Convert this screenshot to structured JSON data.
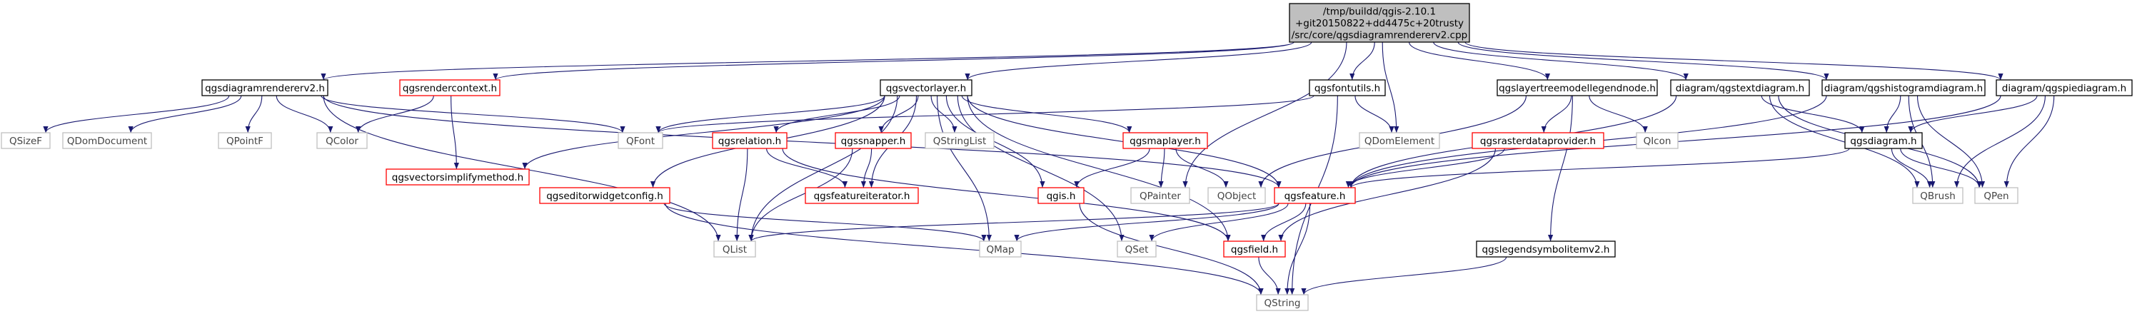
{
  "colors": {
    "edge": "#191970",
    "root_fill": "#bfbfbf",
    "node_fill": "#ffffff",
    "documented_border": "#000000",
    "undocumented_border": "#ff0000",
    "external_border": "#bfbfbf",
    "text_dark": "#000000",
    "text_light": "#444444"
  },
  "nodes": [
    {
      "id": "root",
      "kind": "root",
      "lines": [
        "/tmp/buildd/qgis-2.10.1",
        "+git20150822+dd4475c+20trusty",
        "/src/core/qgsdiagramrendererv2.cpp"
      ]
    },
    {
      "id": "qgsdiagramrendererv2_h",
      "kind": "documented",
      "lines": [
        "qgsdiagramrendererv2.h"
      ]
    },
    {
      "id": "qgsrendercontext_h",
      "kind": "undocumented",
      "lines": [
        "qgsrendercontext.h"
      ]
    },
    {
      "id": "qgsvectorlayer_h",
      "kind": "documented",
      "lines": [
        "qgsvectorlayer.h"
      ]
    },
    {
      "id": "qgsfontutils_h",
      "kind": "documented",
      "lines": [
        "qgsfontutils.h"
      ]
    },
    {
      "id": "qgslayertreemodellegendnode_h",
      "kind": "documented",
      "lines": [
        "qgslayertreemodellegendnode.h"
      ]
    },
    {
      "id": "qgstextdiagram_h",
      "kind": "documented",
      "lines": [
        "diagram/qgstextdiagram.h"
      ]
    },
    {
      "id": "qgshistogramdiagram_h",
      "kind": "documented",
      "lines": [
        "diagram/qgshistogramdiagram.h"
      ]
    },
    {
      "id": "qgspiediagram_h",
      "kind": "documented",
      "lines": [
        "diagram/qgspiediagram.h"
      ]
    },
    {
      "id": "QSizeF",
      "kind": "external",
      "lines": [
        "QSizeF"
      ]
    },
    {
      "id": "QDomDocument",
      "kind": "external",
      "lines": [
        "QDomDocument"
      ]
    },
    {
      "id": "QPointF",
      "kind": "external",
      "lines": [
        "QPointF"
      ]
    },
    {
      "id": "QColor",
      "kind": "external",
      "lines": [
        "QColor"
      ]
    },
    {
      "id": "qgsvectorsimplifymethod_h",
      "kind": "undocumented",
      "lines": [
        "qgsvectorsimplifymethod.h"
      ]
    },
    {
      "id": "QFont",
      "kind": "external",
      "lines": [
        "QFont"
      ]
    },
    {
      "id": "qgsrelation_h",
      "kind": "undocumented",
      "lines": [
        "qgsrelation.h"
      ]
    },
    {
      "id": "qgssnapper_h",
      "kind": "undocumented",
      "lines": [
        "qgssnapper.h"
      ]
    },
    {
      "id": "QStringList",
      "kind": "external",
      "lines": [
        "QStringList"
      ]
    },
    {
      "id": "qgsmaplayer_h",
      "kind": "undocumented",
      "lines": [
        "qgsmaplayer.h"
      ]
    },
    {
      "id": "QDomElement",
      "kind": "external",
      "lines": [
        "QDomElement"
      ]
    },
    {
      "id": "qgsrasterdataprovider_h",
      "kind": "undocumented",
      "lines": [
        "qgsrasterdataprovider.h"
      ]
    },
    {
      "id": "QIcon",
      "kind": "external",
      "lines": [
        "QIcon"
      ]
    },
    {
      "id": "qgsdiagram_h",
      "kind": "documented",
      "lines": [
        "qgsdiagram.h"
      ]
    },
    {
      "id": "qgseditorwidgetconfig_h",
      "kind": "undocumented",
      "lines": [
        "qgseditorwidgetconfig.h"
      ]
    },
    {
      "id": "qgsfeatureiterator_h",
      "kind": "undocumented",
      "lines": [
        "qgsfeatureiterator.h"
      ]
    },
    {
      "id": "qgis_h",
      "kind": "undocumented",
      "lines": [
        "qgis.h"
      ]
    },
    {
      "id": "QPainter",
      "kind": "external",
      "lines": [
        "QPainter"
      ]
    },
    {
      "id": "QObject",
      "kind": "external",
      "lines": [
        "QObject"
      ]
    },
    {
      "id": "qgsfeature_h",
      "kind": "undocumented",
      "lines": [
        "qgsfeature.h"
      ]
    },
    {
      "id": "QBrush",
      "kind": "external",
      "lines": [
        "QBrush"
      ]
    },
    {
      "id": "QPen",
      "kind": "external",
      "lines": [
        "QPen"
      ]
    },
    {
      "id": "QList",
      "kind": "external",
      "lines": [
        "QList"
      ]
    },
    {
      "id": "QMap",
      "kind": "external",
      "lines": [
        "QMap"
      ]
    },
    {
      "id": "QSet",
      "kind": "external",
      "lines": [
        "QSet"
      ]
    },
    {
      "id": "qgsfield_h",
      "kind": "undocumented",
      "lines": [
        "qgsfield.h"
      ]
    },
    {
      "id": "qgslegendsymbolitemv2_h",
      "kind": "documented",
      "lines": [
        "qgslegendsymbolitemv2.h"
      ]
    },
    {
      "id": "QString",
      "kind": "external",
      "lines": [
        "QString"
      ]
    }
  ],
  "edges": [
    [
      "root",
      "qgsdiagramrendererv2_h"
    ],
    [
      "root",
      "qgsrendercontext_h"
    ],
    [
      "root",
      "qgsvectorlayer_h"
    ],
    [
      "root",
      "qgsfontutils_h"
    ],
    [
      "root",
      "qgslayertreemodellegendnode_h"
    ],
    [
      "root",
      "qgstextdiagram_h"
    ],
    [
      "root",
      "qgshistogramdiagram_h"
    ],
    [
      "root",
      "qgspiediagram_h"
    ],
    [
      "root",
      "QPainter"
    ],
    [
      "root",
      "QDomElement"
    ],
    [
      "qgsdiagramrendererv2_h",
      "QSizeF"
    ],
    [
      "qgsdiagramrendererv2_h",
      "QDomDocument"
    ],
    [
      "qgsdiagramrendererv2_h",
      "QPointF"
    ],
    [
      "qgsdiagramrendererv2_h",
      "QColor"
    ],
    [
      "qgsdiagramrendererv2_h",
      "QFont"
    ],
    [
      "qgsdiagramrendererv2_h",
      "qgsfeature_h"
    ],
    [
      "qgsdiagramrendererv2_h",
      "QList"
    ],
    [
      "qgsrendercontext_h",
      "QColor"
    ],
    [
      "qgsrendercontext_h",
      "qgsvectorsimplifymethod_h"
    ],
    [
      "qgsvectorlayer_h",
      "qgsvectorsimplifymethod_h"
    ],
    [
      "qgsvectorlayer_h",
      "QFont"
    ],
    [
      "qgsvectorlayer_h",
      "qgsrelation_h"
    ],
    [
      "qgsvectorlayer_h",
      "qgssnapper_h"
    ],
    [
      "qgsvectorlayer_h",
      "QStringList"
    ],
    [
      "qgsvectorlayer_h",
      "qgsmaplayer_h"
    ],
    [
      "qgsvectorlayer_h",
      "qgseditorwidgetconfig_h"
    ],
    [
      "qgsvectorlayer_h",
      "qgsfeatureiterator_h"
    ],
    [
      "qgsvectorlayer_h",
      "qgis_h"
    ],
    [
      "qgsvectorlayer_h",
      "qgsfeature_h"
    ],
    [
      "qgsvectorlayer_h",
      "QMap"
    ],
    [
      "qgsvectorlayer_h",
      "QSet"
    ],
    [
      "qgsvectorlayer_h",
      "qgsfield_h"
    ],
    [
      "qgsvectorlayer_h",
      "QList"
    ],
    [
      "qgsfontutils_h",
      "QFont"
    ],
    [
      "qgsfontutils_h",
      "QDomElement"
    ],
    [
      "qgsfontutils_h",
      "QString"
    ],
    [
      "qgslayertreemodellegendnode_h",
      "qgsrasterdataprovider_h"
    ],
    [
      "qgslayertreemodellegendnode_h",
      "QIcon"
    ],
    [
      "qgslayertreemodellegendnode_h",
      "QObject"
    ],
    [
      "qgslayertreemodellegendnode_h",
      "qgslegendsymbolitemv2_h"
    ],
    [
      "qgstextdiagram_h",
      "qgsdiagram_h"
    ],
    [
      "qgstextdiagram_h",
      "qgsfeature_h"
    ],
    [
      "qgstextdiagram_h",
      "QBrush"
    ],
    [
      "qgstextdiagram_h",
      "QPen"
    ],
    [
      "qgshistogramdiagram_h",
      "qgsdiagram_h"
    ],
    [
      "qgshistogramdiagram_h",
      "qgsfeature_h"
    ],
    [
      "qgshistogramdiagram_h",
      "QBrush"
    ],
    [
      "qgshistogramdiagram_h",
      "QPen"
    ],
    [
      "qgspiediagram_h",
      "qgsdiagram_h"
    ],
    [
      "qgspiediagram_h",
      "qgsfeature_h"
    ],
    [
      "qgspiediagram_h",
      "QBrush"
    ],
    [
      "qgspiediagram_h",
      "QPen"
    ],
    [
      "qgsrelation_h",
      "qgsfeatureiterator_h"
    ],
    [
      "qgsrelation_h",
      "qgsfield_h"
    ],
    [
      "qgsrelation_h",
      "QList"
    ],
    [
      "qgssnapper_h",
      "qgsfeatureiterator_h"
    ],
    [
      "qgssnapper_h",
      "QList"
    ],
    [
      "qgsmaplayer_h",
      "qgis_h"
    ],
    [
      "qgsmaplayer_h",
      "QPainter"
    ],
    [
      "qgsmaplayer_h",
      "QObject"
    ],
    [
      "qgsrasterdataprovider_h",
      "qgsfeature_h"
    ],
    [
      "qgsrasterdataprovider_h",
      "qgsfield_h"
    ],
    [
      "qgsdiagram_h",
      "qgsfeature_h"
    ],
    [
      "qgsdiagram_h",
      "QBrush"
    ],
    [
      "qgsdiagram_h",
      "QPen"
    ],
    [
      "qgseditorwidgetconfig_h",
      "QMap"
    ],
    [
      "qgseditorwidgetconfig_h",
      "QString"
    ],
    [
      "qgis_h",
      "QString"
    ],
    [
      "qgsfeature_h",
      "QList"
    ],
    [
      "qgsfeature_h",
      "QMap"
    ],
    [
      "qgsfeature_h",
      "QSet"
    ],
    [
      "qgsfeature_h",
      "qgsfield_h"
    ],
    [
      "qgsfeature_h",
      "QString"
    ],
    [
      "qgsfield_h",
      "QString"
    ],
    [
      "qgslegendsymbolitemv2_h",
      "QString"
    ]
  ]
}
